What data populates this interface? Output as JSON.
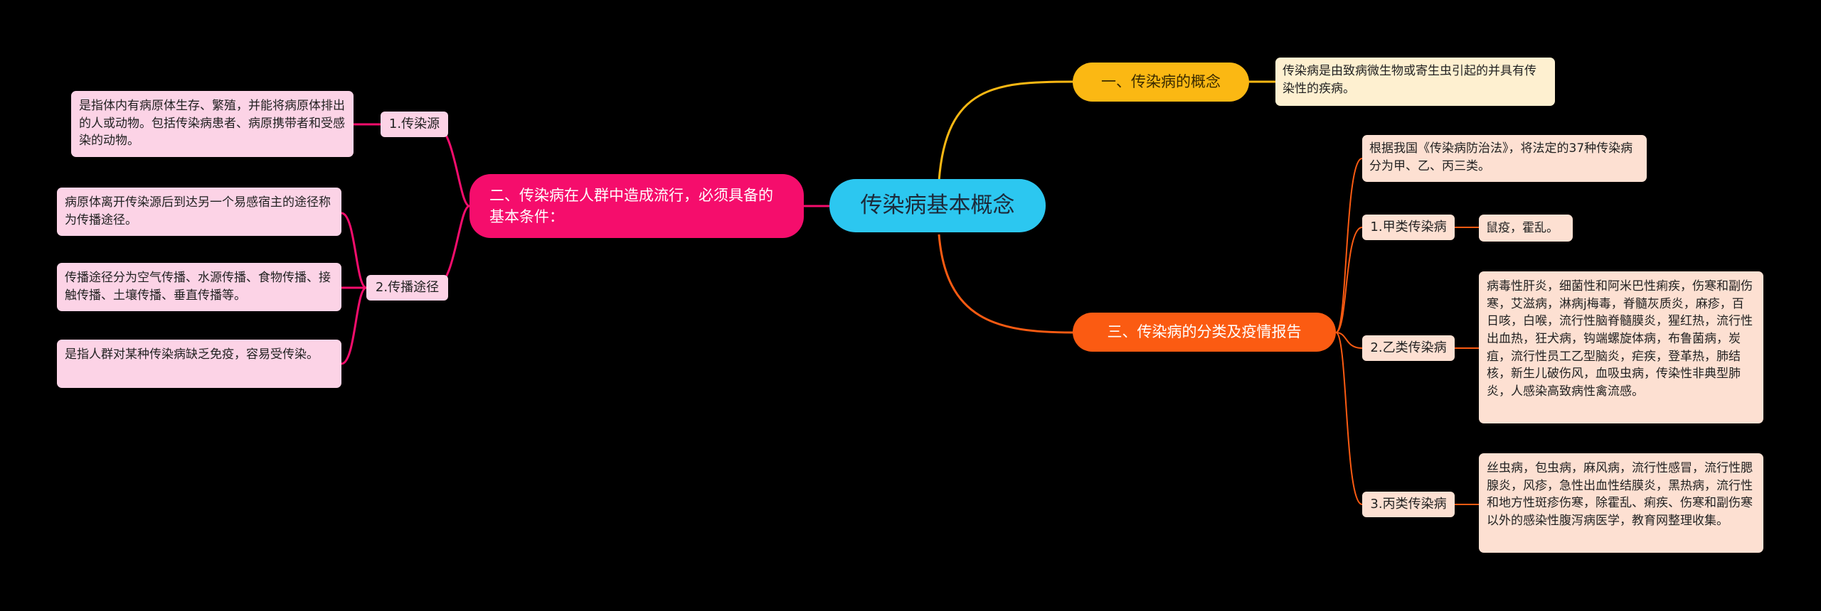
{
  "root": {
    "label": "传染病基本概念",
    "color": "#2cc7f0"
  },
  "branches": [
    {
      "label": "一、传染病的概念",
      "color": "#fbb813",
      "leaf": "传染病是由致病微生物或寄生虫引起的并具有传染性的疾病。"
    },
    {
      "label": "二、传染病在人群中造成流行，必须具备的基本条件：",
      "color": "#f50d6c",
      "children": [
        {
          "label": "1.传染源",
          "leaves": [
            "是指体内有病原体生存、繁殖，并能将病原体排出的人或动物。包括传染病患者、病原携带者和受感染的动物。"
          ]
        },
        {
          "label": "2.传播途径",
          "leaves": [
            "病原体离开传染源后到达另一个易感宿主的途径称为传播途径。",
            "传播途径分为空气传播、水源传播、食物传播、接触传播、土壤传播、垂直传播等。",
            "是指人群对某种传染病缺乏免疫，容易受传染。"
          ]
        }
      ]
    },
    {
      "label": "三、传染病的分类及疫情报告",
      "color": "#fb5b12",
      "intro": "根据我国《传染病防治法》，将法定的37种传染病分为甲、乙、丙三类。",
      "children": [
        {
          "label": "1.甲类传染病",
          "leaf": "鼠疫，霍乱。"
        },
        {
          "label": "2.乙类传染病",
          "leaf": "病毒性肝炎，细菌性和阿米巴性痢疾，伤寒和副伤寒，艾滋病，淋病j梅毒，脊髓灰质炎，麻疹，百日咳，白喉，流行性脑脊髓膜炎，猩红热，流行性出血热，狂犬病，钩端螺旋体病，布鲁菌病，炭疽，流行性员工乙型脑炎，疟疾，登革热，肺结核，新生儿破伤风，血吸虫病，传染性非典型肺炎，人感染高致病性禽流感。"
        },
        {
          "label": "3.丙类传染病",
          "leaf": "丝虫病，包虫病，麻风病，流行性感冒，流行性腮腺炎，风疹，急性出血性结膜炎，黑热病，流行性和地方性斑疹伤寒，除霍乱、痢疾、伤寒和副伤寒以外的感染性腹泻病医学，教育网整理收集。"
        }
      ]
    }
  ]
}
